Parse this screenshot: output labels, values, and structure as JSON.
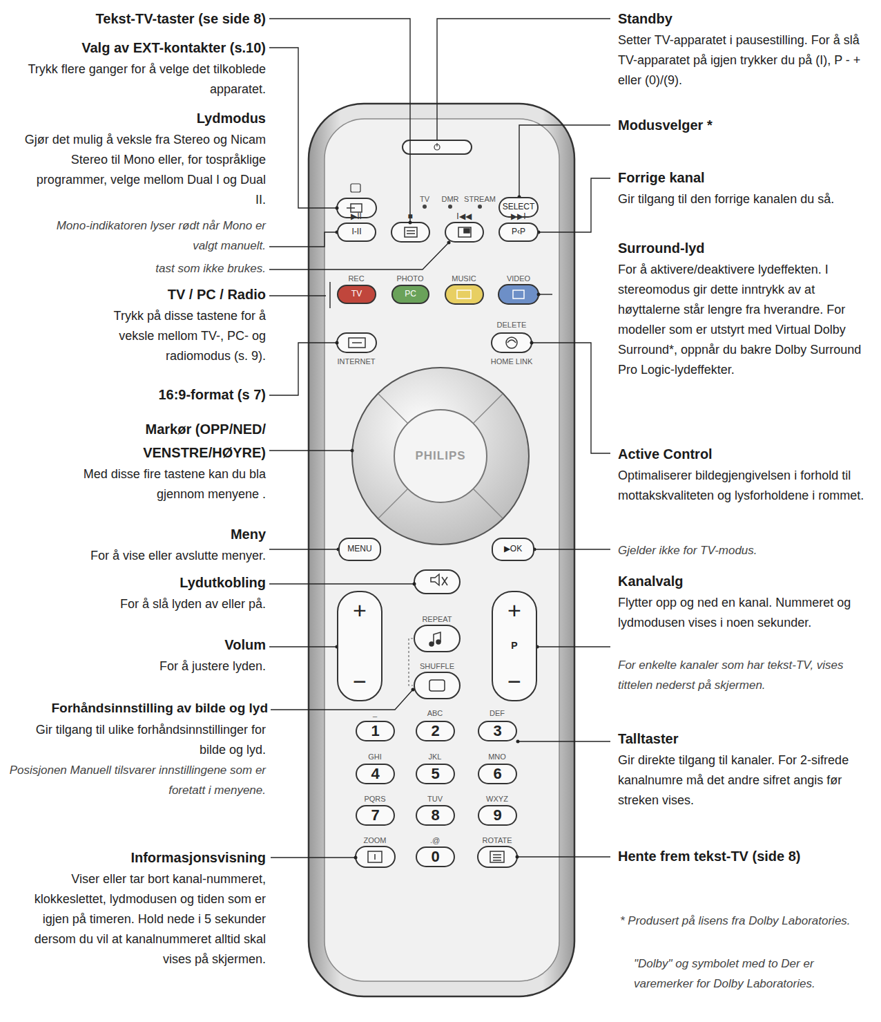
{
  "diagram": {
    "nodes": [
      {
        "text": [
          "SELECT"
        ]
      },
      {
        "text": [
          "I-II"
        ]
      },
      {
        "text": [
          "P‹P"
        ]
      },
      {
        "text": [
          "TV"
        ]
      },
      {
        "text": [
          "PC"
        ]
      },
      {
        "text": [
          "PHILIPS"
        ]
      },
      {
        "text": [
          "MENU"
        ]
      },
      {
        "text": [
          "▶OK"
        ]
      },
      {
        "text": [
          "+",
          "−"
        ]
      },
      {
        "text": [
          "+",
          "P",
          "−"
        ]
      },
      {
        "text": [
          "1"
        ]
      },
      {
        "text": [
          "2"
        ]
      },
      {
        "text": [
          "3"
        ]
      },
      {
        "text": [
          "4"
        ]
      },
      {
        "text": [
          "5"
        ]
      },
      {
        "text": [
          "6"
        ]
      },
      {
        "text": [
          "7"
        ]
      },
      {
        "text": [
          "8"
        ]
      },
      {
        "text": [
          "9"
        ]
      },
      {
        "text": [
          "0"
        ]
      }
    ],
    "labels": [
      "Tekst-TV-taster (se side 8)",
      "Valg av EXT-kontakter (s.10)",
      "Trykk flere ganger for å velge det tilkoblede apparatet.",
      "Lydmodus",
      "Gjør det mulig å veksle fra Stereo og Nicam Stereo til Mono eller, for tospråklige programmer, velge mellom Dual I og Dual II.",
      "Mono-indikatoren lyser rødt når Mono er valgt manuelt.",
      "tast som ikke brukes.",
      "TV / PC / Radio",
      "Trykk på disse tastene for å veksle mellom TV-, PC- og radiomodus (s. 9).",
      "16:9-format (s 7)",
      "Markør (OPP/NED/ VENSTRE/HØYRE)",
      "Med disse fire tastene kan du bla gjennom menyene .",
      "Meny",
      "For å vise eller avslutte menyer.",
      "Lydutkobling",
      "For å slå lyden av eller på.",
      "Volum",
      "For å justere lyden.",
      "Forhåndsinnstilling av bilde og lyd",
      "Gir tilgang til ulike forhåndsinnstillinger for bilde og lyd.",
      "Posisjonen Manuell tilsvarer innstillingene som er foretatt i menyene.",
      "Informasjonsvisning",
      "Viser eller tar bort kanal-nummeret, klokkeslettet, lydmodusen og tiden som er igjen på timeren. Hold nede i 5 sekunder dersom du vil at kanalnummeret alltid skal vises på skjermen.",
      "Standby",
      "Setter TV-apparatet i pausestilling. For å slå TV-apparatet på igjen trykker du på (I), P - + eller (0)/(9).",
      "Modusvelger *",
      "Forrige kanal",
      "Gir tilgang til den forrige kanalen du så.",
      "Surround-lyd",
      "For å aktivere/deaktivere lydeffekten. I stereomodus gir dette inntrykk av at høyttalerne står lengre fra hverandre. For modeller som er utstyrt med Virtual Dolby Surround*, oppnår du bakre Dolby Surround Pro Logic-lydeffekter.",
      "Active Control",
      "Optimaliserer bildegjengivelsen i forhold til mottakskvaliteten og lysforholdene i rommet.",
      "Gjelder ikke for TV-modus.",
      "Kanalvalg",
      "Flytter opp og ned en kanal. Nummeret og lydmodusen vises i noen sekunder.",
      "For enkelte kanaler som har tekst-TV, vises tittelen nederst på skjermen.",
      "Talltaster",
      "Gir direkte tilgang til kanaler. For 2-sifrede kanalnumre må det andre sifret angis før streken vises.",
      "Hente frem tekst-TV (side 8)",
      "* Produsert på lisens fra Dolby Laboratories.",
      "\"Dolby\" og symbolet med to Der er varemerker for Dolby Laboratories.",
      "TV",
      "DMR",
      "STREAM",
      "▶II",
      "■",
      "I◀◀",
      "▶▶I",
      "REC",
      "PHOTO",
      "MUSIC",
      "VIDEO",
      "DELETE",
      "INTERNET",
      "HOME LINK",
      "REPEAT",
      "SHUFFLE",
      "_",
      "ABC",
      "DEF",
      "GHI",
      "JKL",
      "MNO",
      "PQRS",
      "TUV",
      "WXYZ",
      "ZOOM",
      ".@",
      "ROTATE"
    ]
  }
}
